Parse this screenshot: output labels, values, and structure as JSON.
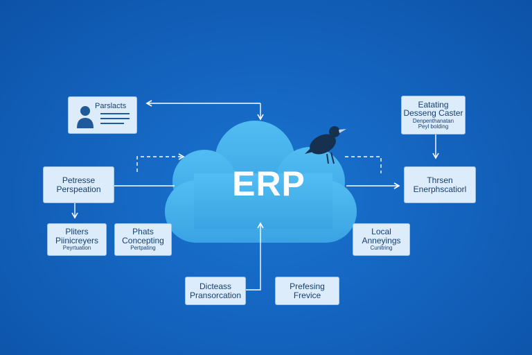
{
  "center": {
    "label": "ERP"
  },
  "nodes": {
    "profile_card": {
      "title": "Parslacts"
    },
    "top_right": {
      "line1": "Eatating",
      "line2": "Desseng Caster",
      "line3a": "Denpenthanatan",
      "line3b": "Peyl bolding"
    },
    "left_mid": {
      "line1": "Petresse",
      "line2": "Perspeation"
    },
    "right_mid": {
      "line1": "Thrsen",
      "line2": "Enerphscatiorl"
    },
    "left_low_a": {
      "line1": "Pliters",
      "line2": "Piinicreyers",
      "line3": "Peyrtuation"
    },
    "left_low_b": {
      "line1": "Phats",
      "line2": "Concepting",
      "line3": "Pertpating"
    },
    "right_low": {
      "line1": "Local",
      "line2": "Anneyings",
      "line3": "Cunltring"
    },
    "bottom_a": {
      "line1": "Dicteass",
      "line2": "Pransorcation"
    },
    "bottom_b": {
      "line1": "Prefesing",
      "line2": "Frevice"
    }
  },
  "colors": {
    "background": "#1465c0",
    "cloud": "#4ab6ef",
    "box_fill": "#dcecfb",
    "text": "#163e6e",
    "arrow": "#ffffff"
  },
  "icons": [
    "person-icon",
    "raven-icon",
    "cloud-shape"
  ]
}
